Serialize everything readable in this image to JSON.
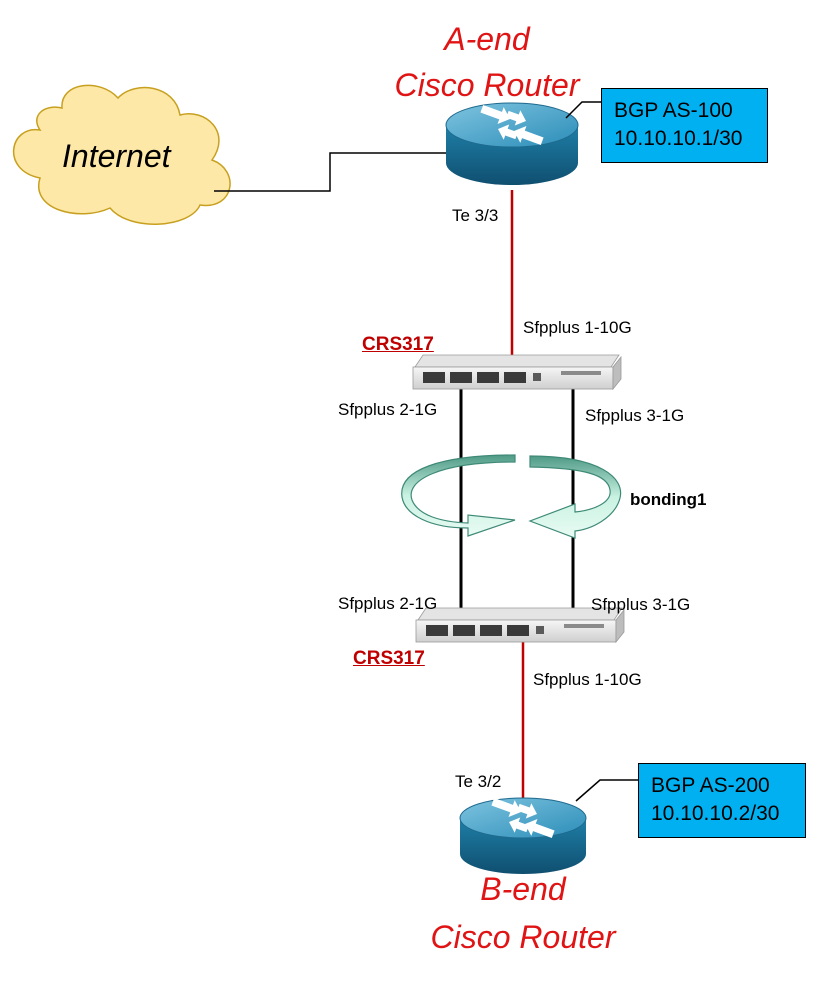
{
  "a_end": {
    "title_line1": "A-end",
    "title_line2": "Cisco Router",
    "bgp_line1": "BGP AS-100",
    "bgp_line2": "10.10.10.1/30",
    "port": "Te 3/3"
  },
  "b_end": {
    "title_line1": "B-end",
    "title_line2": "Cisco Router",
    "bgp_line1": "BGP AS-200",
    "bgp_line2": "10.10.10.2/30",
    "port": "Te 3/2"
  },
  "internet": {
    "label": "Internet"
  },
  "switch_top": {
    "name": "CRS317",
    "uplink": "Sfpplus 1-10G",
    "port2": "Sfpplus 2-1G",
    "port3": "Sfpplus 3-1G"
  },
  "switch_bottom": {
    "name": "CRS317",
    "uplink": "Sfpplus 1-10G",
    "port2": "Sfpplus 2-1G",
    "port3": "Sfpplus 3-1G"
  },
  "bonding": {
    "label": "bonding1"
  },
  "colors": {
    "router_title": "#e01414",
    "uplink_link": "#c00000",
    "bgp_box": "#00b0f0",
    "cloud_fill": "#fde8a8",
    "router_body": "#1d7fa6",
    "arrow_fill": "#a8e6d0"
  }
}
